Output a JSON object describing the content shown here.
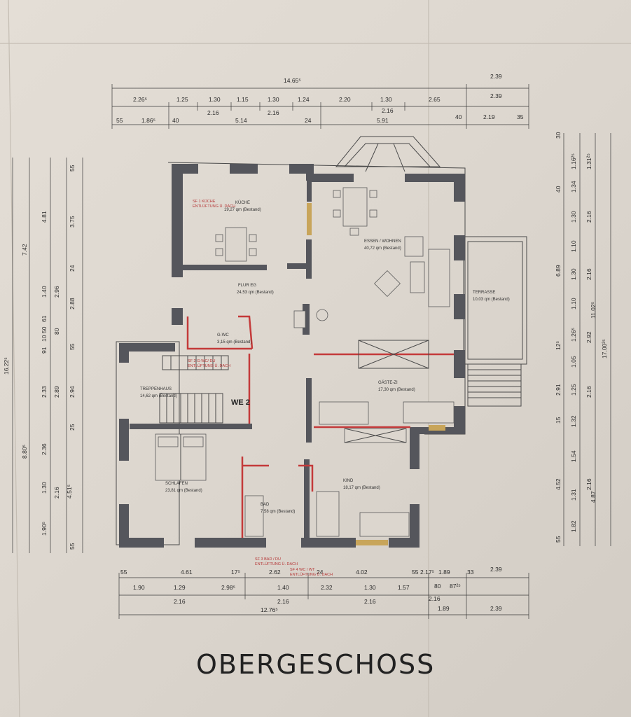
{
  "title": "OBERGESCHOSS",
  "we_label": "WE 2",
  "rooms": [
    {
      "name": "KÜCHE",
      "area": "19,27 qm (Bestand)"
    },
    {
      "name": "ESSEN / WOHNEN",
      "area": "40,72 qm (Bestand)"
    },
    {
      "name": "FLUR EG",
      "area": "24,53 qm (Bestand)"
    },
    {
      "name": "TERRASSE",
      "area": "10,03 qm (Bestand)"
    },
    {
      "name": "G-WC",
      "area": "3,15 qm (Bestand)"
    },
    {
      "name": "TREPPENHAUS",
      "area": "14,62 qm (Bestand)"
    },
    {
      "name": "GÄSTE-ZI",
      "area": "17,30 qm (Bestand)"
    },
    {
      "name": "SCHLAFEN",
      "area": "23,81 qm (Bestand)"
    },
    {
      "name": "BAD",
      "area": "7,58 qm (Bestand)"
    },
    {
      "name": "KIND",
      "area": "18,17 qm (Bestand)"
    }
  ],
  "notes": [
    "SF 1 KÜCHE",
    "ENTLÜFTUNG Ü. DACH",
    "SF 2 G-WC/ DU",
    "ENTLÜFTUNG Ü. DACH",
    "SF 3 BAD / DU",
    "ENTLÜFTUNG Ü. DACH",
    "SF 4 WC / WT",
    "ENTLÜFTUNG Ü. DACH"
  ],
  "dims_top": {
    "row1": [
      "14.65⁵",
      "2.39"
    ],
    "row2": [
      "2.26⁵",
      "1.25",
      "1.30",
      "1.15",
      "1.30",
      "1.24",
      "2.20",
      "1.30",
      "2.65",
      "2.39"
    ],
    "row3": [
      "2.16",
      "2.16",
      "2.16"
    ],
    "row4": [
      "55",
      "1.86⁵",
      "40",
      "5.14",
      "24",
      "5.91",
      "40",
      "2.19",
      "35"
    ]
  },
  "dims_bottom": {
    "row1": [
      "55",
      "4.61",
      "17⁵",
      "2.62",
      "24",
      "4.02",
      "55",
      "2.17⁵",
      "1.89",
      "33",
      "2.39"
    ],
    "row2": [
      "1.90",
      "1.29",
      "2.98⁵",
      "1.40",
      "2.32",
      "1.30",
      "1.57",
      "80",
      "87²⁵"
    ],
    "row3": [
      "2.16",
      "2.16",
      "2.16",
      "2.16"
    ],
    "row4": [
      "12.76⁵",
      "1.89",
      "2.39"
    ]
  },
  "dims_left": {
    "outer": "16.22⁵",
    "c2": [
      "7.42",
      "8.80⁵"
    ],
    "c3": [
      "4.81",
      "1.40",
      "91",
      "10",
      "50",
      "61",
      "2.33",
      "2.36",
      "1.30",
      "1.90⁵"
    ],
    "c4": [
      "2.96",
      "80",
      "2.89",
      "2.16",
      "4.51⁵"
    ],
    "c5": [
      "55",
      "3.75",
      "24",
      "2.88",
      "55",
      "2.94",
      "25",
      "55"
    ]
  },
  "dims_right": {
    "c1": [
      "30",
      "40",
      "6.89",
      "12⁵",
      "2.91",
      "15",
      "4.52",
      "55"
    ],
    "c2": [
      "1.16²⁵",
      "1.34",
      "1.30",
      "1.10",
      "1.30",
      "1.10",
      "1.26⁵",
      "1.05",
      "1.25",
      "1.32",
      "1.54",
      "1.31",
      "1.82"
    ],
    "c3": [
      "1.31²⁵",
      "2.16",
      "2.16",
      "2.92",
      "2.16",
      "2.16"
    ],
    "c4": [
      "11.02⁵",
      "4.87"
    ],
    "outer": "17.00²⁵"
  }
}
